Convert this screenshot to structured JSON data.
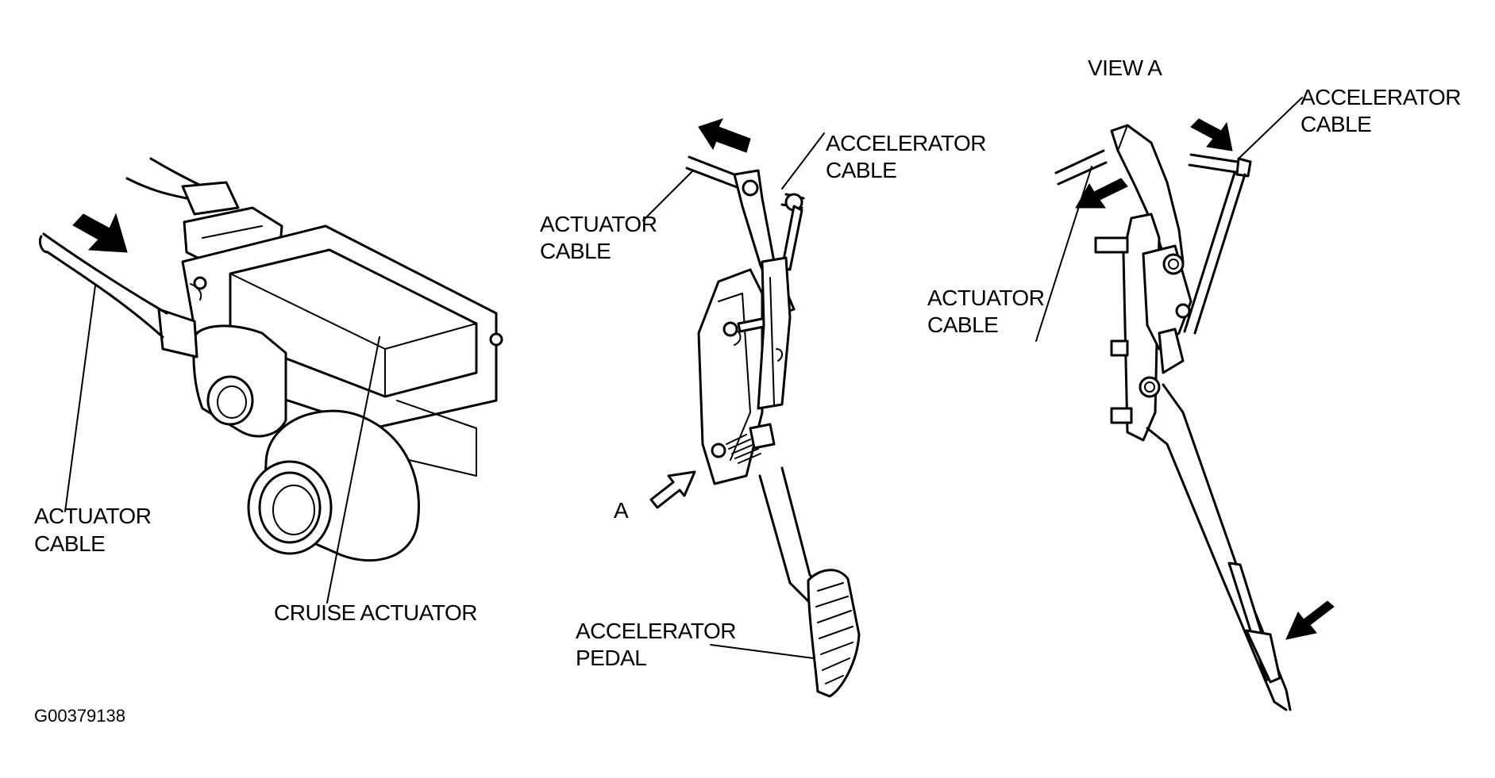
{
  "labels": {
    "left_actuator_cable_1": "ACTUATOR",
    "left_actuator_cable_2": "CABLE",
    "cruise_actuator": "CRUISE ACTUATOR",
    "mid_actuator_cable_1": "ACTUATOR",
    "mid_actuator_cable_2": "CABLE",
    "mid_accelerator_cable_1": "ACCELERATOR",
    "mid_accelerator_cable_2": "CABLE",
    "view_pointer": "A",
    "accelerator_pedal_1": "ACCELERATOR",
    "accelerator_pedal_2": "PEDAL",
    "view_a_title": "VIEW A",
    "right_accelerator_cable_1": "ACCELERATOR",
    "right_accelerator_cable_2": "CABLE",
    "right_actuator_cable_1": "ACTUATOR",
    "right_actuator_cable_2": "CABLE",
    "figure_code": "G00379138"
  }
}
